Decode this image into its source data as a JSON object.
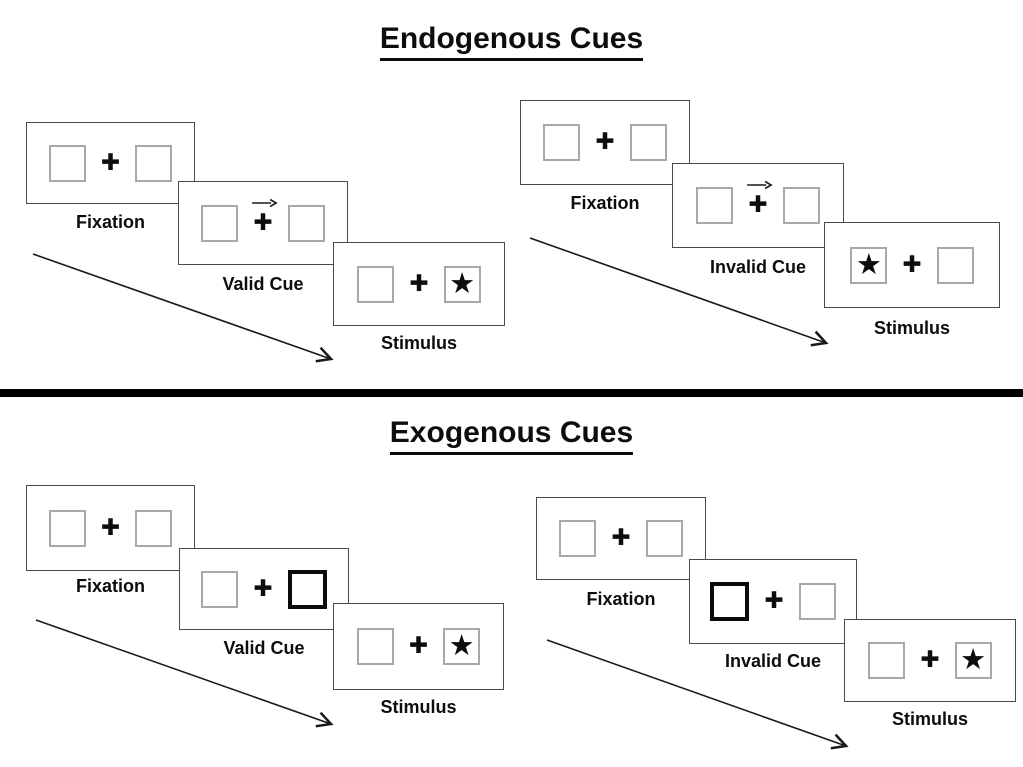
{
  "diagram": "posner-cueing-paradigm",
  "glyphs": {
    "fixation_cross": "✚",
    "target_star": "★"
  },
  "colors": {
    "background": "#ffffff",
    "ink": "#000000",
    "panel_border": "#4a4a4a",
    "placeholder_square_border": "#a8a8a8",
    "exogenous_cue_border": "#000000",
    "divider": "#000000"
  },
  "sections": [
    {
      "title": "Endogenous Cues",
      "groups": [
        {
          "name": "endogenous-valid",
          "panels": [
            {
              "label": "Fixation",
              "left": "empty-square",
              "center": "fixation-cross",
              "right": "empty-square"
            },
            {
              "label": "Valid Cue",
              "left": "empty-square",
              "center": "fixation-cross-with-right-arrow",
              "right": "empty-square"
            },
            {
              "label": "Stimulus",
              "left": "empty-square",
              "center": "fixation-cross",
              "right": "star-in-square"
            }
          ]
        },
        {
          "name": "endogenous-invalid",
          "panels": [
            {
              "label": "Fixation",
              "left": "empty-square",
              "center": "fixation-cross",
              "right": "empty-square"
            },
            {
              "label": "Invalid Cue",
              "left": "empty-square",
              "center": "fixation-cross-with-right-arrow",
              "right": "empty-square"
            },
            {
              "label": "Stimulus",
              "left": "star-in-square",
              "center": "fixation-cross",
              "right": "empty-square"
            }
          ]
        }
      ]
    },
    {
      "title": "Exogenous Cues",
      "groups": [
        {
          "name": "exogenous-valid",
          "panels": [
            {
              "label": "Fixation",
              "left": "empty-square",
              "center": "fixation-cross",
              "right": "empty-square"
            },
            {
              "label": "Valid Cue",
              "left": "empty-square",
              "center": "fixation-cross",
              "right": "highlighted-bold-square"
            },
            {
              "label": "Stimulus",
              "left": "empty-square",
              "center": "fixation-cross",
              "right": "star-in-square"
            }
          ]
        },
        {
          "name": "exogenous-invalid",
          "panels": [
            {
              "label": "Fixation",
              "left": "empty-square",
              "center": "fixation-cross",
              "right": "empty-square"
            },
            {
              "label": "Invalid Cue",
              "left": "highlighted-bold-square",
              "center": "fixation-cross",
              "right": "empty-square"
            },
            {
              "label": "Stimulus",
              "left": "empty-square",
              "center": "fixation-cross",
              "right": "star-in-square"
            }
          ]
        }
      ]
    }
  ]
}
